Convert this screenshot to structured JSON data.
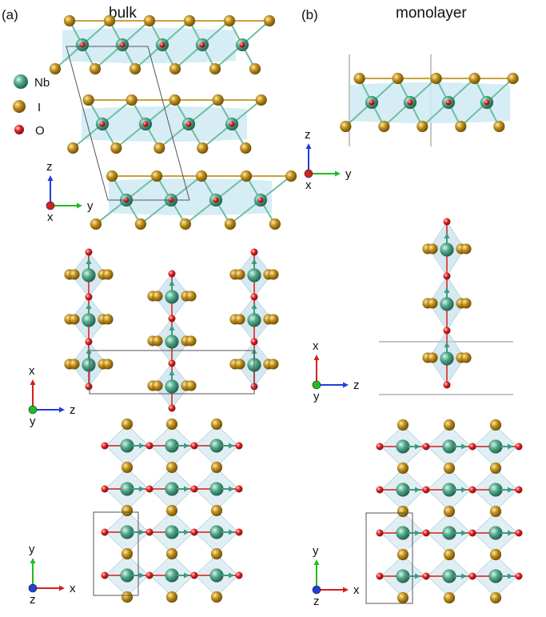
{
  "panels": {
    "a": {
      "label": "(a)",
      "title": "bulk"
    },
    "b": {
      "label": "(b)",
      "title": "monolayer"
    }
  },
  "legend": [
    {
      "symbol": "Nb",
      "color": "#4fa88a"
    },
    {
      "symbol": "I",
      "color": "#b8860b"
    },
    {
      "symbol": "O",
      "color": "#dd2222"
    }
  ],
  "axes": {
    "x": "x",
    "y": "y",
    "z": "z",
    "colors": {
      "x": "#d32020",
      "y": "#22bb22",
      "z": "#1f3fd6"
    }
  },
  "colors": {
    "nb": "#4fa88a",
    "i": "#b8860b",
    "o": "#dd2222",
    "slab": "#cfeaf5",
    "octa": "#bcdbe6",
    "cell": "#555555"
  }
}
